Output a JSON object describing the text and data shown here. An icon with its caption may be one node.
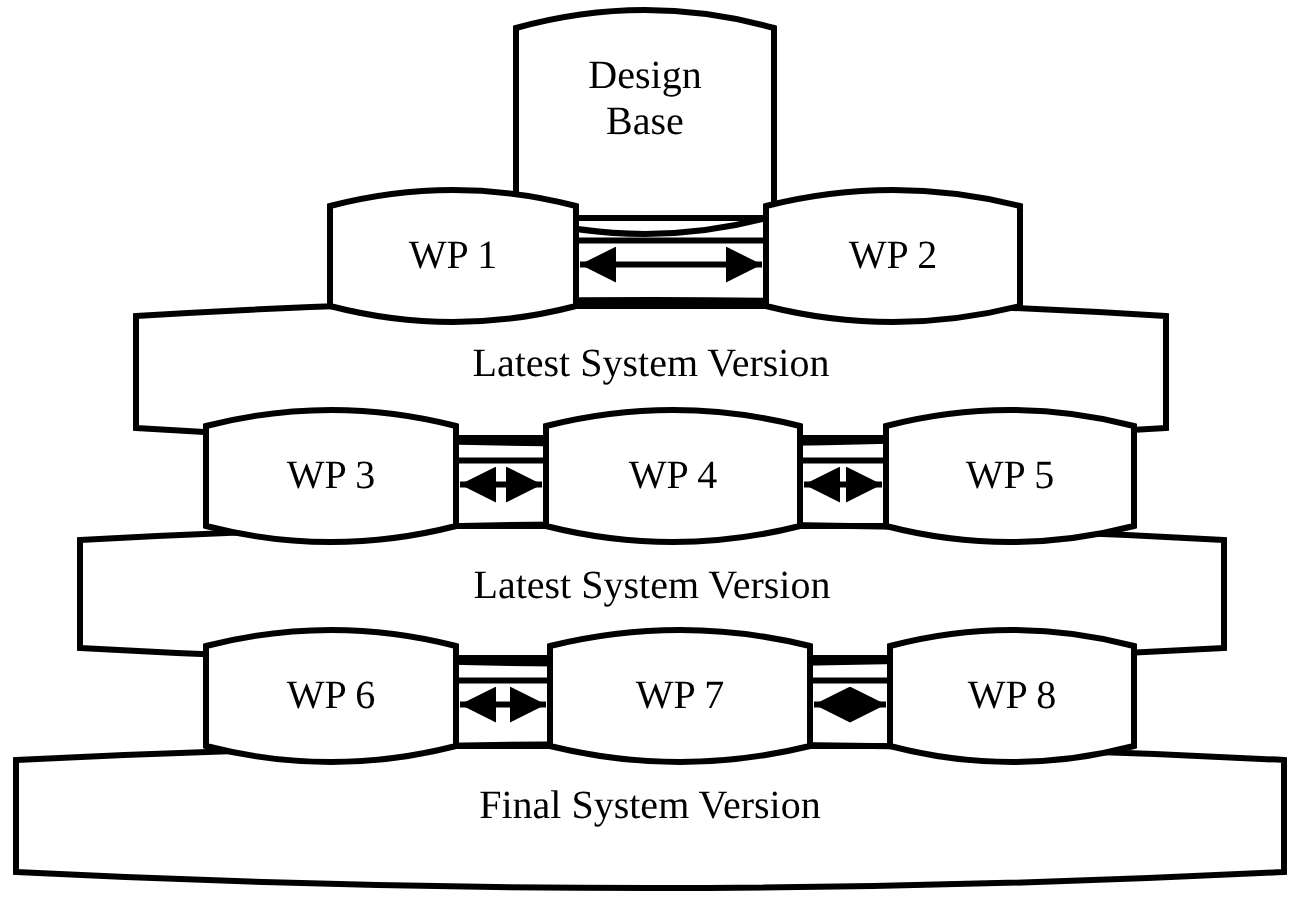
{
  "diagram": {
    "nodes": [
      {
        "text": [
          "Design Base"
        ]
      },
      {
        "text": [
          "WP 1"
        ]
      },
      {
        "text": [
          "WP 2"
        ]
      },
      {
        "text": [
          "Latest System Version"
        ]
      },
      {
        "text": [
          "WP 3"
        ]
      },
      {
        "text": [
          "WP 4"
        ]
      },
      {
        "text": [
          "WP 5"
        ]
      },
      {
        "text": [
          "Latest System Version"
        ]
      },
      {
        "text": [
          "WP 6"
        ]
      },
      {
        "text": [
          "WP 7"
        ]
      },
      {
        "text": [
          "WP 8"
        ]
      },
      {
        "text": [
          "Final System Version"
        ]
      }
    ],
    "edges": [
      {
        "from": 1,
        "to": 2,
        "arrow": "both"
      },
      {
        "from": 4,
        "to": 5,
        "arrow": "both"
      },
      {
        "from": 5,
        "to": 6,
        "arrow": "both"
      },
      {
        "from": 8,
        "to": 9,
        "arrow": "both"
      },
      {
        "from": 9,
        "to": 10,
        "arrow": "both"
      }
    ]
  }
}
